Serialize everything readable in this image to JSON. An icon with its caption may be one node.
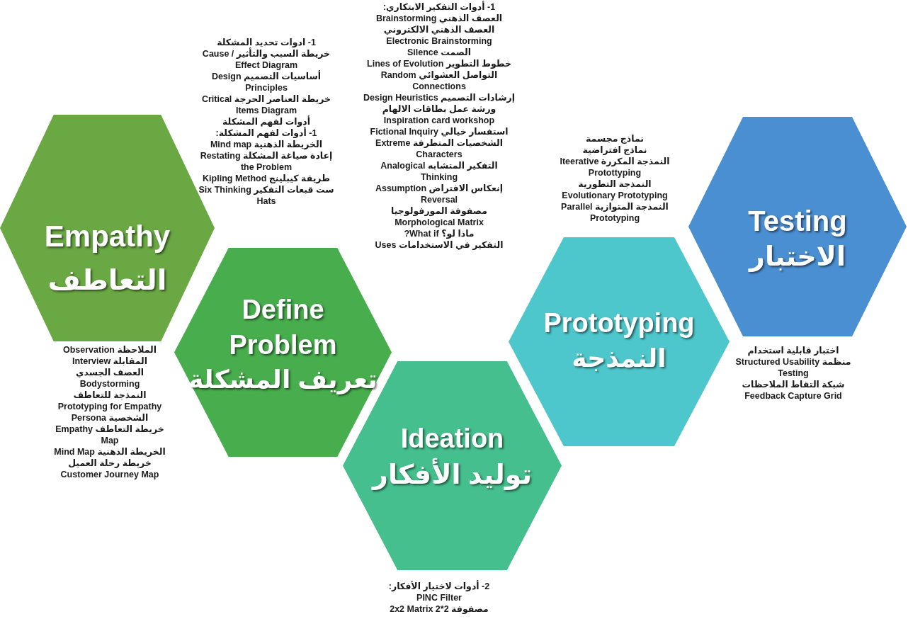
{
  "diagram": {
    "nodes": [
      {
        "text": [
          "Empathy",
          "التعاطف"
        ],
        "beside": [
          "الملاحظة Observation",
          "المقابلة Interview",
          "العصف الجسدي Bodystorming",
          "النمذجة للتعاطف Prototyping for Empathy",
          "الشخصية Persona",
          "خريطة التعاطف Empathy Map",
          "الخريطة الذهنية Mind Map",
          "خريطة رحلة العميل Customer Journey Map"
        ]
      },
      {
        "text": [
          "Define Problem",
          "تعريف المشكلة"
        ],
        "beside": [
          "1- ادوات تحديد المشكلة",
          "خريطة السبب والتأثير Cause / Effect Diagram",
          "أساسيات التصميم Design Principles",
          "خريطة العناصر الحرجة Critical Items Diagram",
          "أدوات لفهم المشكلة",
          "1- أدوات لفهم المشكلة:",
          "الخريطة الذهنية Mind map",
          "إعادة صياغة المشكلة Restating the Problem",
          "طريقة كيبلينج Kipling Method",
          "ست قبعات التفكير Six Thinking Hats"
        ]
      },
      {
        "text": [
          "Ideation",
          "توليد الأفكار"
        ],
        "beside": [
          "1- أدوات التفكير الابتكاري:",
          "العصف الذهني Brainstorming",
          "العصف الذهني الالكتروني Electronic Brainstorming",
          "الصمت Silence",
          "خطوط التطوير Lines of Evolution",
          "التواصل العشوائي Random Connections",
          "إرشادات التصميم Design Heuristics",
          "ورشة عمل بطاقات الالهام Inspiration card workshop",
          "استفسار خيالي Fictional Inquiry",
          "الشخصيات المتطرفة Extreme Characters",
          "التفكير المتشابه Analogical Thinking",
          "إنعكاس الافتراض Assumption Reversal",
          "مصفوفة المورفولوجيا Morphological Matrix",
          "ماذا لو؟ What if?",
          "التفكير في الاستخدامات Uses",
          "2- أدوات لاختيار الأفكار:",
          "PINC Filter",
          "مصفوفة 2*2 2x2 Matrix"
        ]
      },
      {
        "text": [
          "Prototyping",
          "النمذجة"
        ],
        "beside": [
          "نماذج مجسمة",
          "نماذج افتراضية",
          "النمذجة المكررة Iteerative Protottyping",
          "النمذجة التطورية",
          "Evolutionary Prototyping",
          "النمذجة المتوازية Parallel Prototyping"
        ]
      },
      {
        "text": [
          "Testing",
          "الاختبار"
        ],
        "beside": [
          "اختبار قابلية استخدام منظمة Structured Usability Testing",
          "شبكة التقاط الملاحظات Feedback Capture Grid"
        ]
      }
    ]
  }
}
